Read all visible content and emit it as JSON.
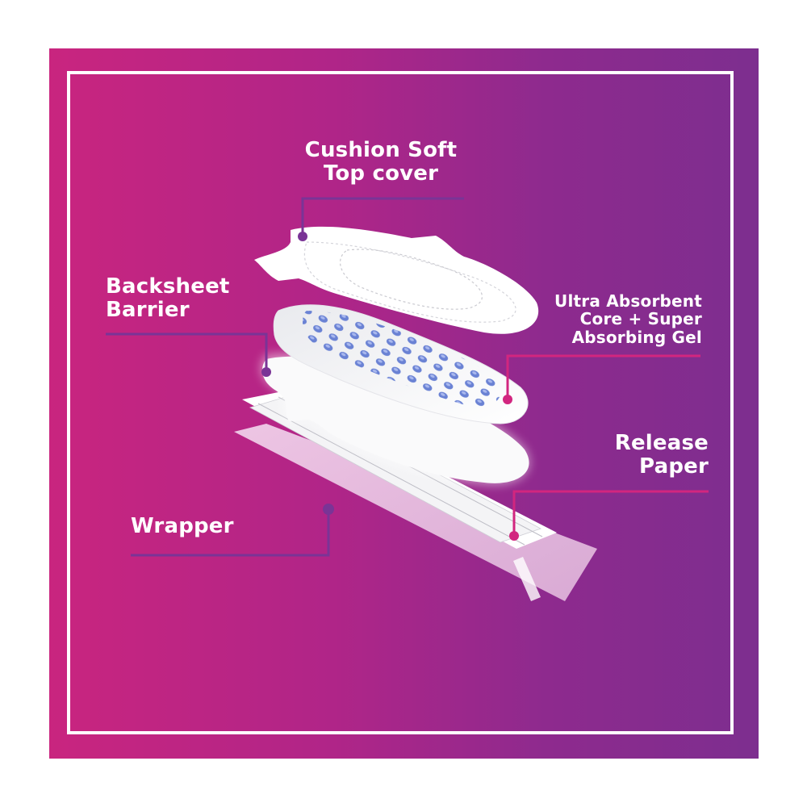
{
  "infographic": {
    "colors": {
      "background_left": "#c9257f",
      "background_right": "#7d2e8f",
      "frame": "#ffffff",
      "callout_purple": "#7a3496",
      "callout_pink": "#d2267f",
      "gel_bead": "#6a82d4"
    },
    "labels": {
      "top_cover": {
        "line1": "Cushion Soft",
        "line2": "Top cover"
      },
      "backsheet": {
        "line1": "Backsheet",
        "line2": "Barrier"
      },
      "core": {
        "line1": "Ultra Absorbent",
        "line2": "Core + Super",
        "line3": "Absorbing Gel"
      },
      "release_paper": {
        "line1": "Release",
        "line2": "Paper"
      },
      "wrapper": {
        "line1": "Wrapper"
      }
    },
    "layers": [
      "top-cover",
      "absorbent-core",
      "backsheet-barrier",
      "release-paper",
      "wrapper"
    ]
  }
}
